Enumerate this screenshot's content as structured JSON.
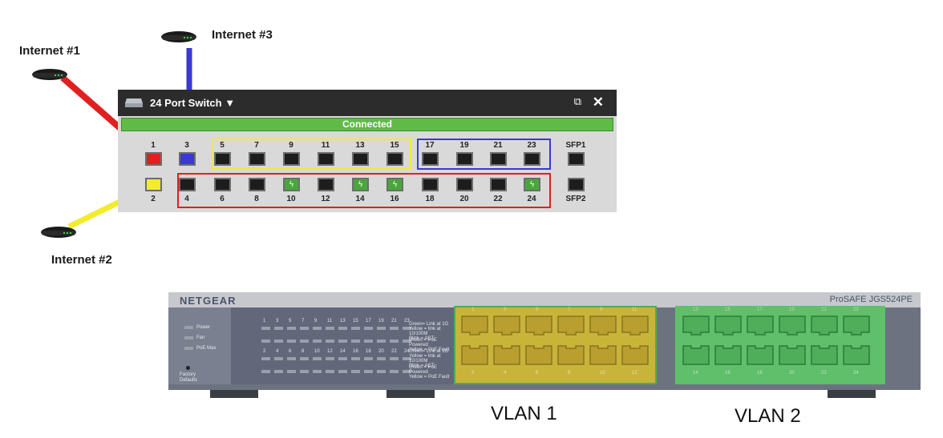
{
  "internet": {
    "i1": "Internet #1",
    "i2": "Internet #2",
    "i3": "Internet #3"
  },
  "switch_ui": {
    "title": "24 Port Switch",
    "status": "Connected",
    "close_icon": "close-icon",
    "popout_icon": "popout-icon",
    "top_ports": [
      "1",
      "3",
      "5",
      "7",
      "9",
      "11",
      "13",
      "15",
      "17",
      "19",
      "21",
      "23"
    ],
    "bottom_ports": [
      "2",
      "4",
      "6",
      "8",
      "10",
      "12",
      "14",
      "16",
      "18",
      "20",
      "22",
      "24"
    ],
    "sfp_top": "SFP1",
    "sfp_bottom": "SFP2",
    "poe_ports": [
      "10",
      "14",
      "16",
      "24"
    ]
  },
  "netgear": {
    "brand": "NETGEAR",
    "model": "ProSAFE JGS524PE",
    "leds": [
      "Power",
      "Fan",
      "PoE Max"
    ],
    "factory": "Factory Defaults",
    "led_numbers_top": [
      "1",
      "3",
      "5",
      "7",
      "9",
      "11",
      "13",
      "15",
      "17",
      "19",
      "21",
      "23"
    ],
    "led_numbers_bottom": [
      "2",
      "4",
      "6",
      "8",
      "10",
      "12",
      "14",
      "16",
      "18",
      "20",
      "22",
      "24"
    ],
    "legend_top_1": "Green= Link at 1G",
    "legend_top_2": "Yellow = link at 10/100M",
    "legend_top_3": "Blink = ACT",
    "legend_top_4": "Green = PoE Powered",
    "legend_top_5": "Yellow = PoE Fault",
    "vlan1_top": [
      "1",
      "3",
      "5",
      "7",
      "9",
      "11"
    ],
    "vlan1_bottom": [
      "2",
      "4",
      "6",
      "8",
      "10",
      "12"
    ],
    "vlan2_top": [
      "13",
      "15",
      "17",
      "19",
      "21",
      "23"
    ],
    "vlan2_bottom": [
      "14",
      "16",
      "18",
      "20",
      "22",
      "24"
    ]
  },
  "vlans": {
    "v1": "VLAN 1",
    "v2": "VLAN 2"
  },
  "colors": {
    "red": "#e02020",
    "blue": "#3a3ad0",
    "yellow": "#f2ec2c",
    "green": "#4aa63c"
  }
}
